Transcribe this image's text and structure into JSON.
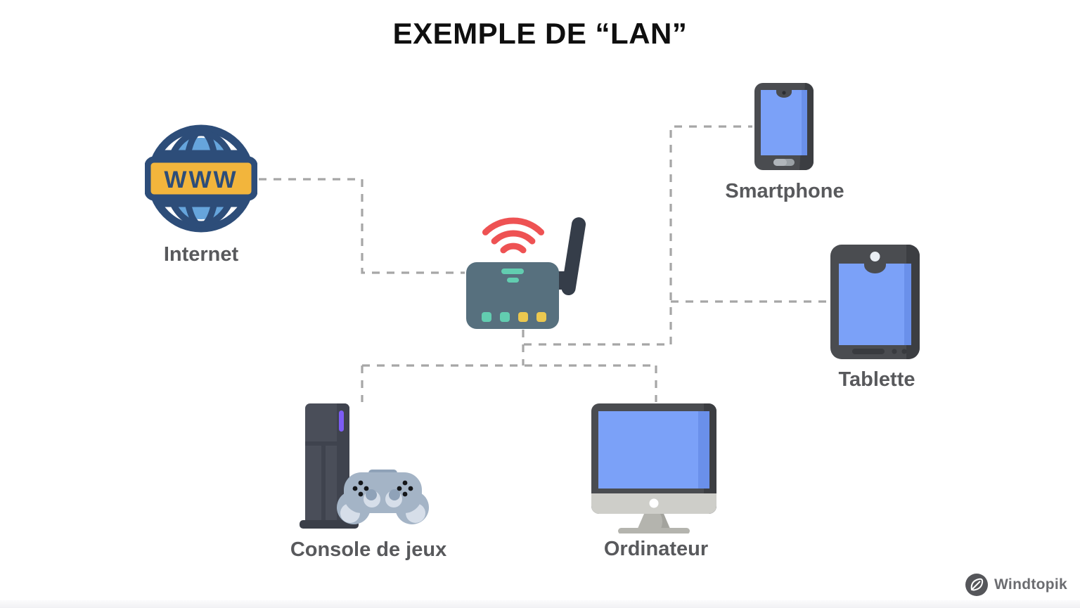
{
  "title": "EXEMPLE DE “LAN”",
  "nodes": {
    "internet": {
      "label": "Internet",
      "banner_text": "WWW"
    },
    "router": {
      "label": ""
    },
    "smartphone": {
      "label": "Smartphone"
    },
    "tablet": {
      "label": "Tablette"
    },
    "console": {
      "label": "Console de jeux"
    },
    "computer": {
      "label": "Ordinateur"
    }
  },
  "connections": [
    {
      "from": "internet",
      "to": "router"
    },
    {
      "from": "router",
      "to": "smartphone"
    },
    {
      "from": "router",
      "to": "tablet"
    },
    {
      "from": "router",
      "to": "console"
    },
    {
      "from": "router",
      "to": "computer"
    }
  ],
  "branding": {
    "logo_text": "Windtopik",
    "logo_icon": "leaf-icon"
  },
  "colors": {
    "title": "#0f0f0f",
    "label": "#58595c",
    "dash": "#a6a6a6",
    "globe-navy": "#2d4d79",
    "globe-blue": "#66a5dc",
    "banner-yellow": "#f2b53c",
    "router-body": "#57707e",
    "router-teal": "#62cdb0",
    "router-yellow": "#ecc84f",
    "antenna": "#353d49",
    "wifi-red": "#ee5253",
    "screen-blue": "#7ba1f8",
    "screen-blue-shade": "#6a90ea",
    "device-dark": "#4a4c50",
    "device-darker": "#3c3e42",
    "chin-gray": "#cecec9",
    "stand-gray": "#b4b4ae",
    "stand-shade": "#a3a39d",
    "gamepad": "#a4b4c6",
    "gamepad-light": "#d6dee9",
    "gamepad-mid": "#8fa2b8",
    "console-dark": "#4a4e59",
    "console-darker": "#3f434e",
    "console-base": "#3a3e48",
    "led-purple": "#7c5cf5",
    "logo": "#55565a",
    "logo-text": "#6b6c70"
  }
}
